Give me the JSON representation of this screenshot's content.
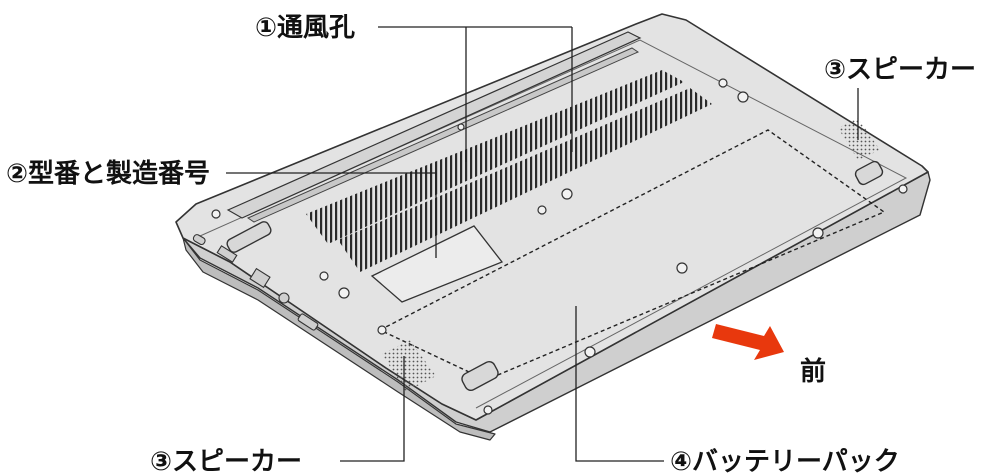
{
  "callouts": {
    "vent": "①通風孔",
    "model_serial": "②型番と製造番号",
    "speaker_right": "③スピーカー",
    "speaker_bottom": "③スピーカー",
    "battery": "④バッテリーパック"
  },
  "direction": {
    "front": "前"
  },
  "colors": {
    "body": "#e3e3e3",
    "outline": "#333333",
    "arrow": "#e8380d"
  }
}
